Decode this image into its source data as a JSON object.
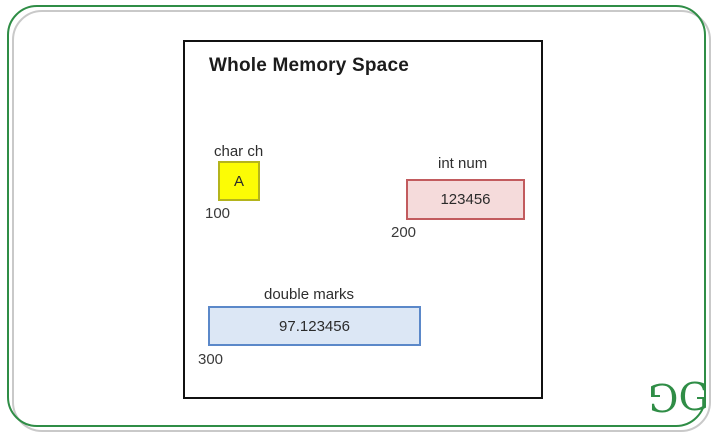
{
  "frame": {
    "border_color": "#2f8d46",
    "shadow_color": "#c9c9c9"
  },
  "diagram": {
    "title": "Whole Memory Space",
    "variables": [
      {
        "name": "char",
        "label": "char ch",
        "value": "A",
        "address": "100",
        "fill_color": "#fcfc05",
        "border_color": "#b4b41c"
      },
      {
        "name": "int",
        "label": "int num",
        "value": "123456",
        "address": "200",
        "fill_color": "#f5dbdb",
        "border_color": "#c25b5e"
      },
      {
        "name": "double",
        "label": "double marks",
        "value": "97.123456",
        "address": "300",
        "fill_color": "#dce7f5",
        "border_color": "#5b88c9"
      }
    ]
  },
  "logo": {
    "first_glyph": "G",
    "second_glyph": "G",
    "color": "#2f8d46"
  }
}
